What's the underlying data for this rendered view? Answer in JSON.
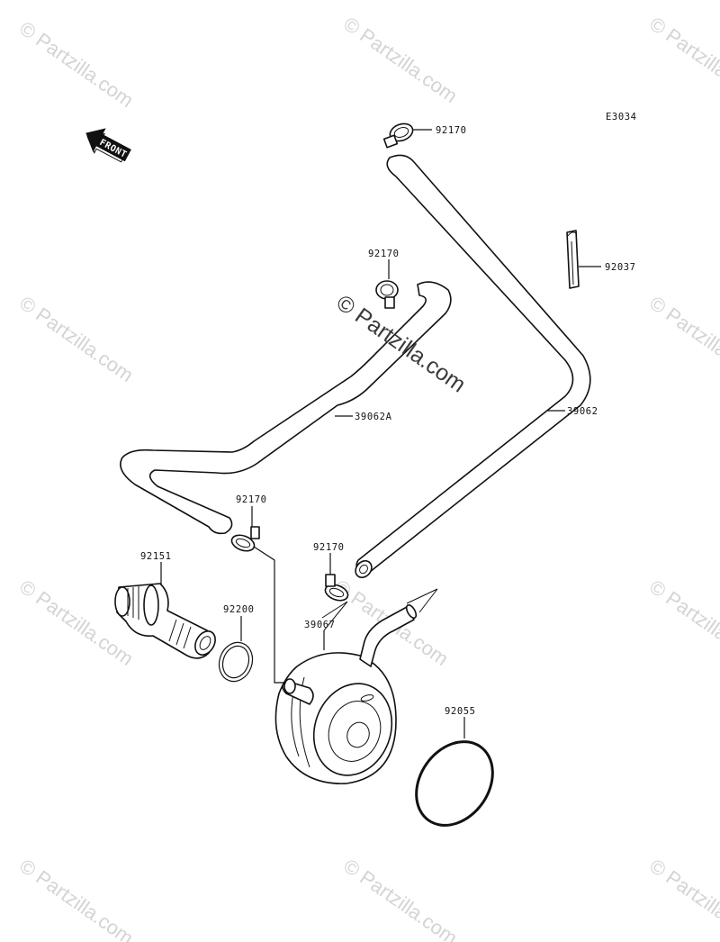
{
  "diagram_code": "E3034",
  "front_label": "FRONT",
  "watermark": "© Partzilla.com",
  "parts": {
    "clamp_top": "92170",
    "clamp_mid": "92170",
    "clamp_left": "92170",
    "clamp_center": "92170",
    "hose_main": "39062",
    "hose_a": "39062A",
    "band": "92037",
    "fitting": "92151",
    "gasket_small": "92200",
    "oil_cooler": "39067",
    "oring": "92055"
  }
}
